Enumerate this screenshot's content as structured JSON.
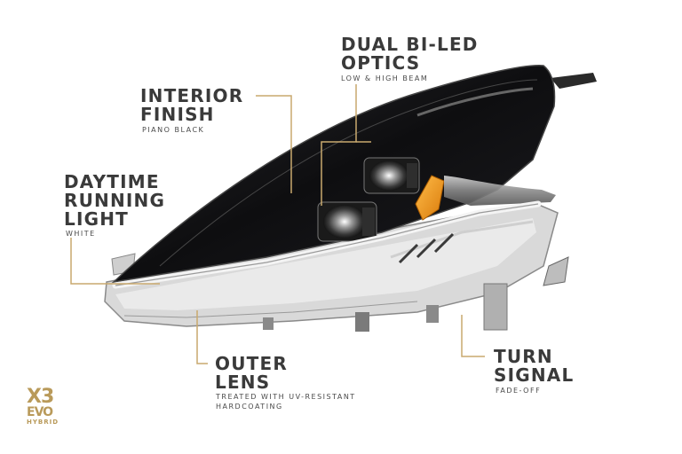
{
  "labels": {
    "optics": {
      "title": "DUAL BI-LED\nOPTICS",
      "sub": "LOW & HIGH BEAM"
    },
    "interior": {
      "title": "INTERIOR\nFINISH",
      "sub": "PIANO BLACK"
    },
    "drl": {
      "title": "DAYTIME\nRUNNING\nLIGHT",
      "sub": "WHITE"
    },
    "lens": {
      "title": "OUTER\nLENS",
      "sub": "TREATED WITH UV-RESISTANT\nHARDCOATING"
    },
    "turn": {
      "title": "TURN\nSIGNAL",
      "sub": "FADE-OFF"
    }
  },
  "logo": {
    "big": "X3",
    "mid": "EVO",
    "small": "HYBRID"
  },
  "colors": {
    "accent": "#c9a96e",
    "amber": "#e8901a",
    "text": "#3a3a3a"
  }
}
